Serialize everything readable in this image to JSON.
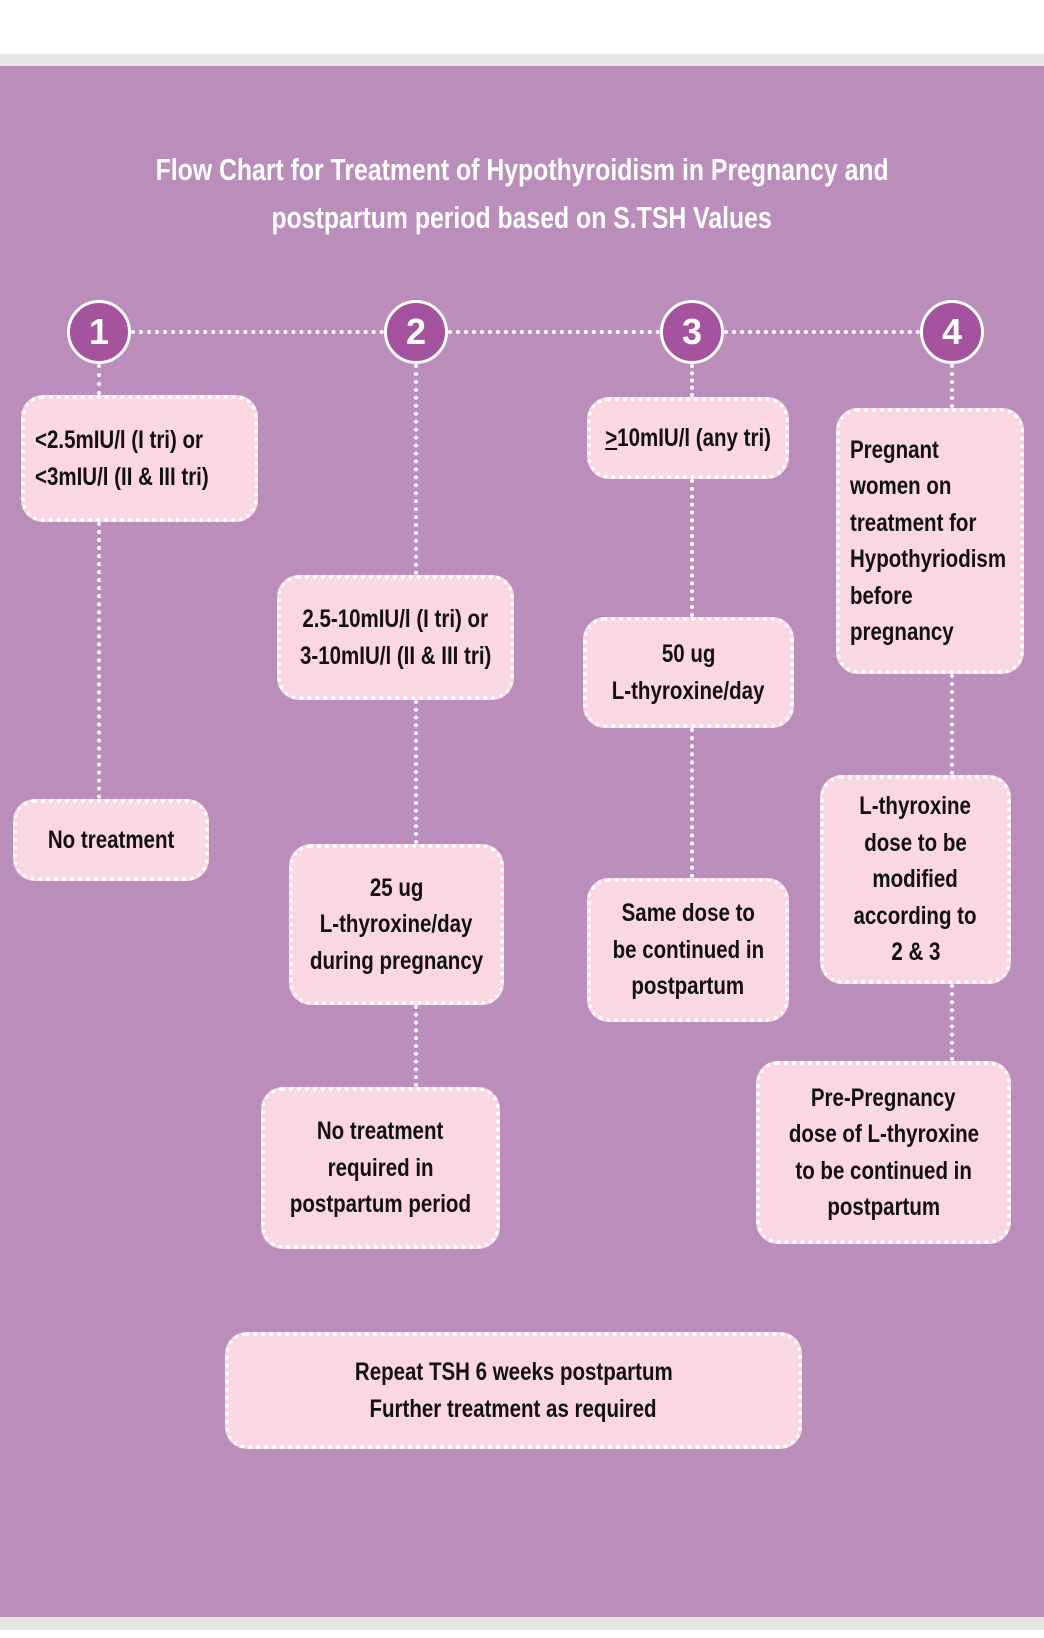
{
  "title": {
    "line1": "Flow Chart for Treatment of Hypothyroidism in Pregnancy and",
    "line2": "postpartum period based on S.TSH Values"
  },
  "steps": [
    "1",
    "2",
    "3",
    "4"
  ],
  "boxes": [
    {
      "id": "col1-criteria",
      "lines": [
        "<2.5mIU/l (I tri) or",
        "<3mIU/l (II & III tri)"
      ]
    },
    {
      "id": "col1-no-treatment",
      "lines": [
        "No treatment"
      ]
    },
    {
      "id": "col2-criteria",
      "lines": [
        "2.5-10mIU/l (I tri) or",
        "3-10mIU/l (II & III tri)"
      ]
    },
    {
      "id": "col2-dose",
      "lines": [
        "25 ug",
        "L-thyroxine/day",
        "during pregnancy"
      ]
    },
    {
      "id": "col2-postpartum",
      "lines": [
        "No treatment",
        "required in",
        "postpartum period"
      ]
    },
    {
      "id": "col3-criteria",
      "lines": [
        "≥10mIU/l (any tri)"
      ]
    },
    {
      "id": "col3-dose",
      "lines": [
        "50 ug",
        "L-thyroxine/day"
      ]
    },
    {
      "id": "col3-postpartum",
      "lines": [
        "Same dose to",
        "be continued in",
        "postpartum"
      ]
    },
    {
      "id": "col4-criteria",
      "lines": [
        "Pregnant",
        "women on",
        "treatment for",
        "Hypothyriodism",
        "before",
        "pregnancy"
      ]
    },
    {
      "id": "col4-dose",
      "lines": [
        "L-thyroxine",
        "dose to be",
        "modified",
        "according to",
        "2 & 3"
      ]
    },
    {
      "id": "col4-postpartum",
      "lines": [
        "Pre-Pregnancy",
        "dose of L-thyroxine",
        "to be continued in",
        "postpartum"
      ]
    },
    {
      "id": "repeat-tsh",
      "lines": [
        "Repeat TSH 6 weeks postpartum",
        "Further treatment as required"
      ]
    }
  ],
  "colors": {
    "panel": "#bb8dbb",
    "circle": "#a5529f",
    "box": "#fbd6e3"
  }
}
